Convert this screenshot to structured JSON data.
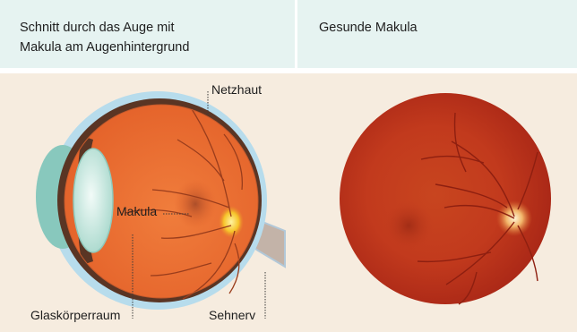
{
  "header": {
    "left_title_lines": [
      "Schnitt durch das Auge mit",
      "Makula am Augenhintergrund"
    ],
    "right_title": "Gesunde Makula"
  },
  "labels": {
    "netzhaut": "Netzhaut",
    "makula": "Makula",
    "glaskoerperraum": "Glaskörperraum",
    "sehnerv": "Sehnerv"
  },
  "colors": {
    "header_bg": "#e6f3f1",
    "panel_bg": "#f6ecdf",
    "vitreous": "#ec7332",
    "sclera_outer": "#b7dcec",
    "choroid": "#5a3524",
    "lens": "#d6efe9",
    "optic_nerve": "#c3b3a8",
    "fundus": "#c8341d"
  }
}
